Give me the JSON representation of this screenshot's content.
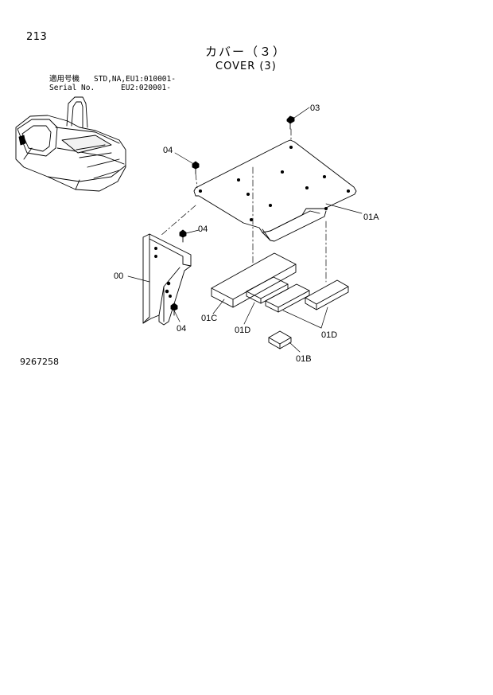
{
  "page_number": "213",
  "title_jp": "カバー（３）",
  "title_en": "COVER (3)",
  "serial": {
    "label_jp": "適用号機",
    "label_en": "Serial No.",
    "range1": "STD,NA,EU1:010001-",
    "range2": "EU2:020001-"
  },
  "parts": {
    "p03": "03",
    "p04_top": "04",
    "p04_mid": "04",
    "p04_bot": "04",
    "p01A": "01A",
    "p00": "00",
    "p01C": "01C",
    "p01D_left": "01D",
    "p01D_right": "01D",
    "p01B": "01B"
  },
  "drawing_number": "9267258"
}
